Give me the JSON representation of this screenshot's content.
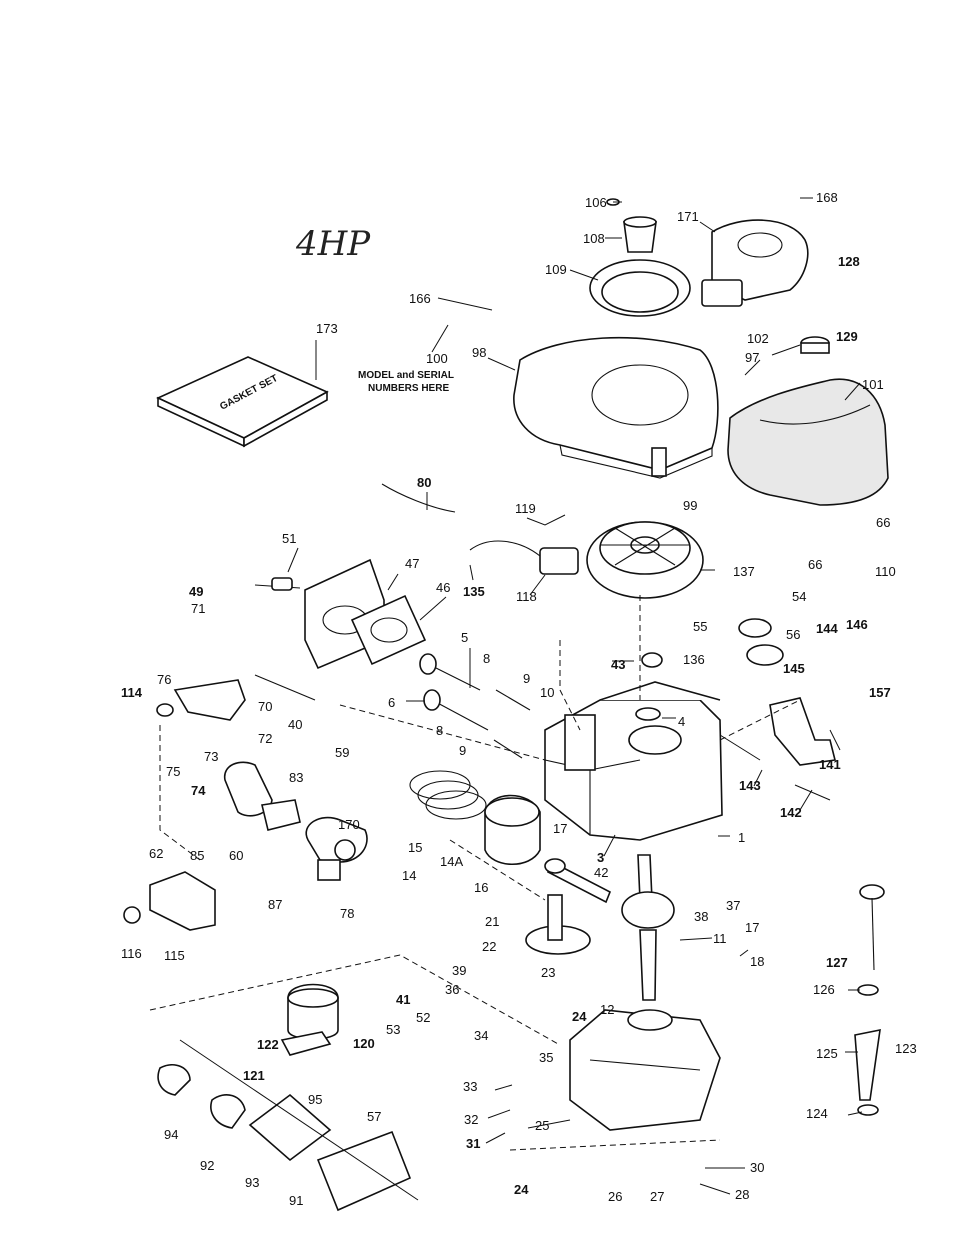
{
  "diagram": {
    "handwritten_note": "4HP",
    "serial_note_line1": "MODEL and SERIAL",
    "serial_note_line2": "NUMBERS HERE",
    "gasket_box_text": "GASKET SET",
    "labels": [
      "1",
      "3",
      "4",
      "5",
      "6",
      "8",
      "8",
      "9",
      "9",
      "10",
      "11",
      "12",
      "14",
      "14A",
      "15",
      "16",
      "17",
      "17",
      "18",
      "21",
      "22",
      "23",
      "24",
      "24",
      "25",
      "26",
      "27",
      "28",
      "30",
      "31",
      "32",
      "33",
      "34",
      "35",
      "36",
      "37",
      "38",
      "39",
      "40",
      "41",
      "42",
      "43",
      "46",
      "47",
      "49",
      "51",
      "52",
      "53",
      "54",
      "55",
      "56",
      "57",
      "59",
      "60",
      "62",
      "66",
      "66",
      "70",
      "71",
      "72",
      "73",
      "74",
      "75",
      "76",
      "78",
      "80",
      "83",
      "85",
      "87",
      "91",
      "92",
      "93",
      "94",
      "95",
      "97",
      "98",
      "99",
      "100",
      "101",
      "102",
      "106",
      "108",
      "109",
      "110",
      "114",
      "115",
      "116",
      "118",
      "119",
      "120",
      "121",
      "122",
      "123",
      "124",
      "125",
      "126",
      "127",
      "128",
      "129",
      "135",
      "136",
      "137",
      "141",
      "142",
      "143",
      "144",
      "145",
      "146",
      "157",
      "166",
      "168",
      "170",
      "171",
      "173"
    ]
  }
}
